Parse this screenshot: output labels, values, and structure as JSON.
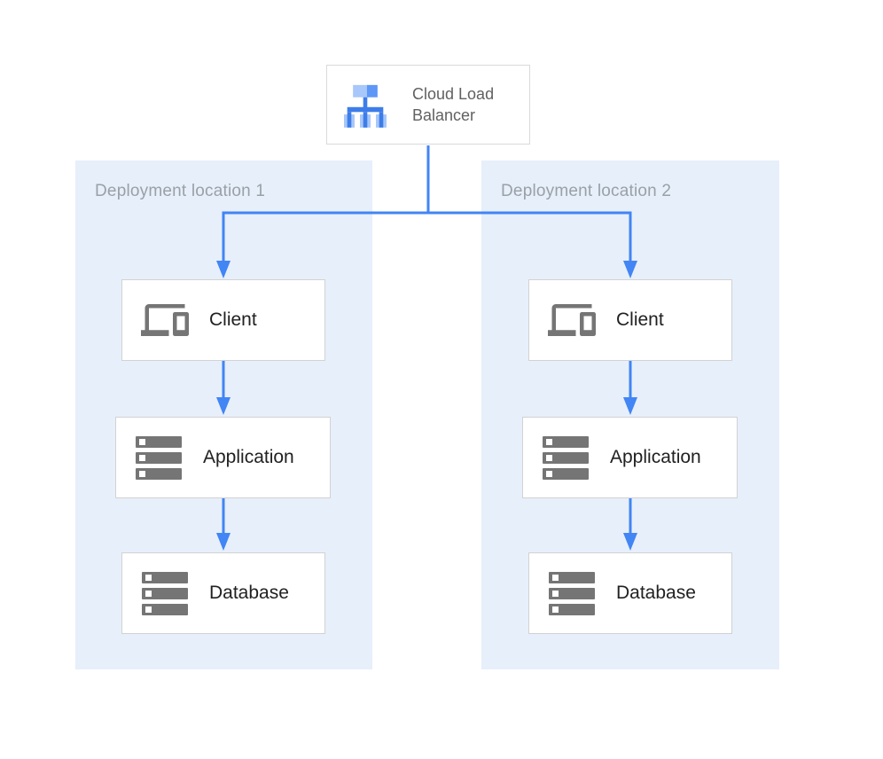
{
  "diagram": {
    "load_balancer": {
      "label": "Cloud Load Balancer",
      "icon": "cloud-load-balancer-icon"
    },
    "regions": [
      {
        "label": "Deployment location 1",
        "nodes": [
          {
            "label": "Client",
            "icon": "devices-icon"
          },
          {
            "label": "Application",
            "icon": "server-stack-icon"
          },
          {
            "label": "Database",
            "icon": "server-stack-icon"
          }
        ]
      },
      {
        "label": "Deployment location 2",
        "nodes": [
          {
            "label": "Client",
            "icon": "devices-icon"
          },
          {
            "label": "Application",
            "icon": "server-stack-icon"
          },
          {
            "label": "Database",
            "icon": "server-stack-icon"
          }
        ]
      }
    ],
    "connections": [
      {
        "from": "Cloud Load Balancer",
        "to": "Client (Deployment location 1)"
      },
      {
        "from": "Cloud Load Balancer",
        "to": "Client (Deployment location 2)"
      },
      {
        "from": "Client (Deployment location 1)",
        "to": "Application (Deployment location 1)"
      },
      {
        "from": "Application (Deployment location 1)",
        "to": "Database (Deployment location 1)"
      },
      {
        "from": "Client (Deployment location 2)",
        "to": "Application (Deployment location 2)"
      },
      {
        "from": "Application (Deployment location 2)",
        "to": "Database (Deployment location 2)"
      }
    ],
    "colors": {
      "region_background": "#e7effa",
      "connector_blue": "#4285f4",
      "node_border": "#d2d2d2",
      "node_text": "#212121",
      "region_label_text": "#9aa0a6",
      "load_balancer_label_text": "#616161",
      "icon_gray": "#757575",
      "icon_blue_light": "#a8c7fa",
      "icon_blue_medium": "#5e97f6",
      "icon_blue_dark": "#3d7de9"
    }
  }
}
